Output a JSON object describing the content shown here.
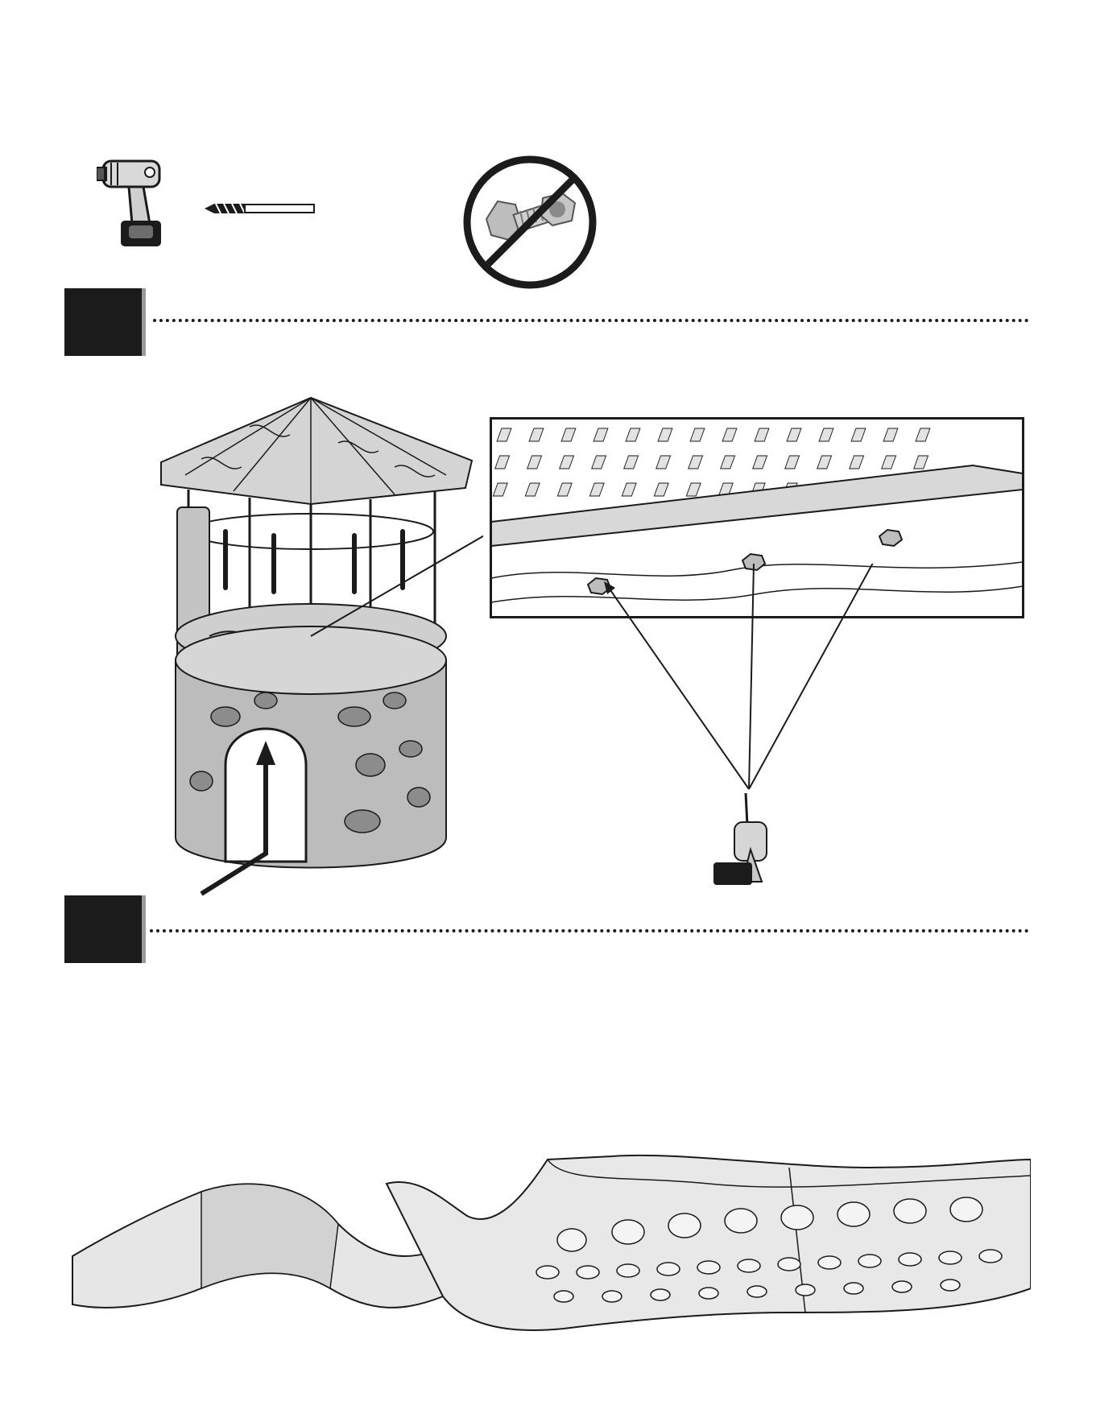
{
  "tools": {
    "drill_icon": "cordless-drill-icon",
    "bit_icon": "drill-bit-icon"
  },
  "warning": {
    "icon": "no-nut-bolt-icon",
    "meaning": "do-not-use-nut-and-bolt"
  },
  "steps": [
    {
      "name": "step-1",
      "color": "#1b1b1b"
    },
    {
      "name": "step-2",
      "color": "#1b1b1b"
    }
  ],
  "illustrations": {
    "tower": "playhouse-tower-illustration",
    "detail": "bolt-detail-callout",
    "slide": "wave-slide-illustration"
  },
  "colors": {
    "ink": "#1b1b1b",
    "accent_shadow": "#9a9a9a",
    "paper": "#ffffff",
    "part_fill": "#e6e6e6"
  }
}
